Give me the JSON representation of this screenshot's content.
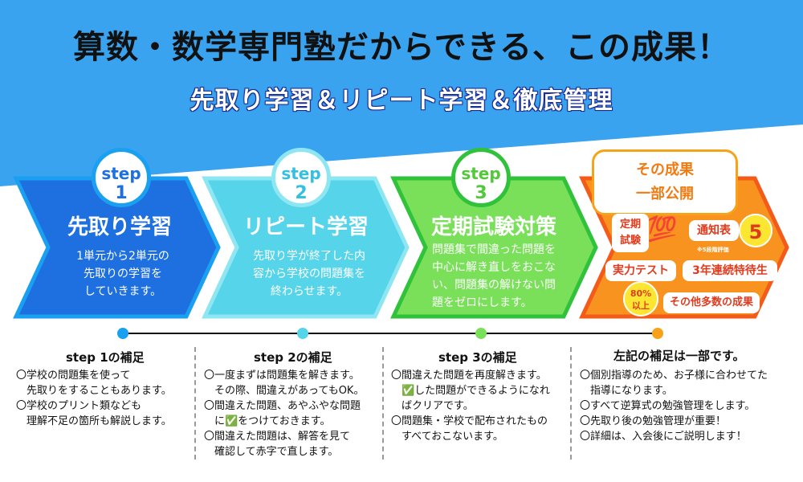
{
  "header": {
    "title": "算数・数学専門塾だからできる、この成果！",
    "subtitle": "先取り学習＆リピート学習＆徹底管理"
  },
  "steps": [
    {
      "step_label": "step",
      "number": "1",
      "title": "先取り学習",
      "desc_lines": [
        "1単元から2単元の",
        "先取りの学習を",
        "していきます。"
      ]
    },
    {
      "step_label": "step",
      "number": "2",
      "title": "リピート学習",
      "desc_lines": [
        "先取り学が終了した内",
        "容から学校の問題集を",
        "終わらせます。"
      ]
    },
    {
      "step_label": "step",
      "number": "3",
      "title": "定期試験対策",
      "desc_lines": [
        "問題集で間違った問題を",
        "中心に解き直しをおこな",
        "い、問題集の解けない問",
        "題をゼロにします。"
      ]
    }
  ],
  "results": {
    "box_line1": "その成果",
    "box_line2": "一部公開",
    "badge_teiki_line1": "定期",
    "badge_teiki_line2": "試験",
    "emoji_100": "💯",
    "badge_tsuchi": "通知表",
    "tsuchi_value": "5",
    "tsuchi_note": "※5段階評価",
    "badge_jitsuryoku": "実力テスト",
    "badge_tokutai": "3年連続特待生",
    "percent_line1": "80%",
    "percent_line2": "以上",
    "badge_other": "その他多数の成果"
  },
  "notes": [
    {
      "heading": "step 1の補足",
      "text": "〇学校の問題集を使って\n　先取りをすることもあります。\n〇学校のプリント類なども\n　理解不足の箇所も解説します。"
    },
    {
      "heading": "step 2の補足",
      "text": "〇一度まずは問題集を解きます。\n　その際、間違えがあってもOK。\n〇間違えた問題、あやふやな問題\n　に✅をつけておきます。\n〇間違えた問題は、解答を見て\n　確認して赤字で直します。"
    },
    {
      "heading": "step 3の補足",
      "text": "〇間違えた問題を再度解きます。\n　✅した問題ができるようになれ\n　ばクリアです。\n〇問題集・学校で配布されたもの\n　すべておこないます。"
    },
    {
      "heading": "左記の補足は一部です。",
      "text": "〇個別指導のため、お子様に合わせてた\n　指導になります。\n〇すべて逆算式の勉強管理をします。\n〇先取り後の勉強管理が重要！\n〇詳細は、入会後にご説明します！"
    }
  ],
  "colors": {
    "sky_blue": "#3aa3ef",
    "step1_blue": "#1e6fe0",
    "step2_cyan": "#56d4ea",
    "step3_green": "#7ae05a",
    "result_orange": "#f7931e",
    "result_yellow": "#fde632"
  }
}
